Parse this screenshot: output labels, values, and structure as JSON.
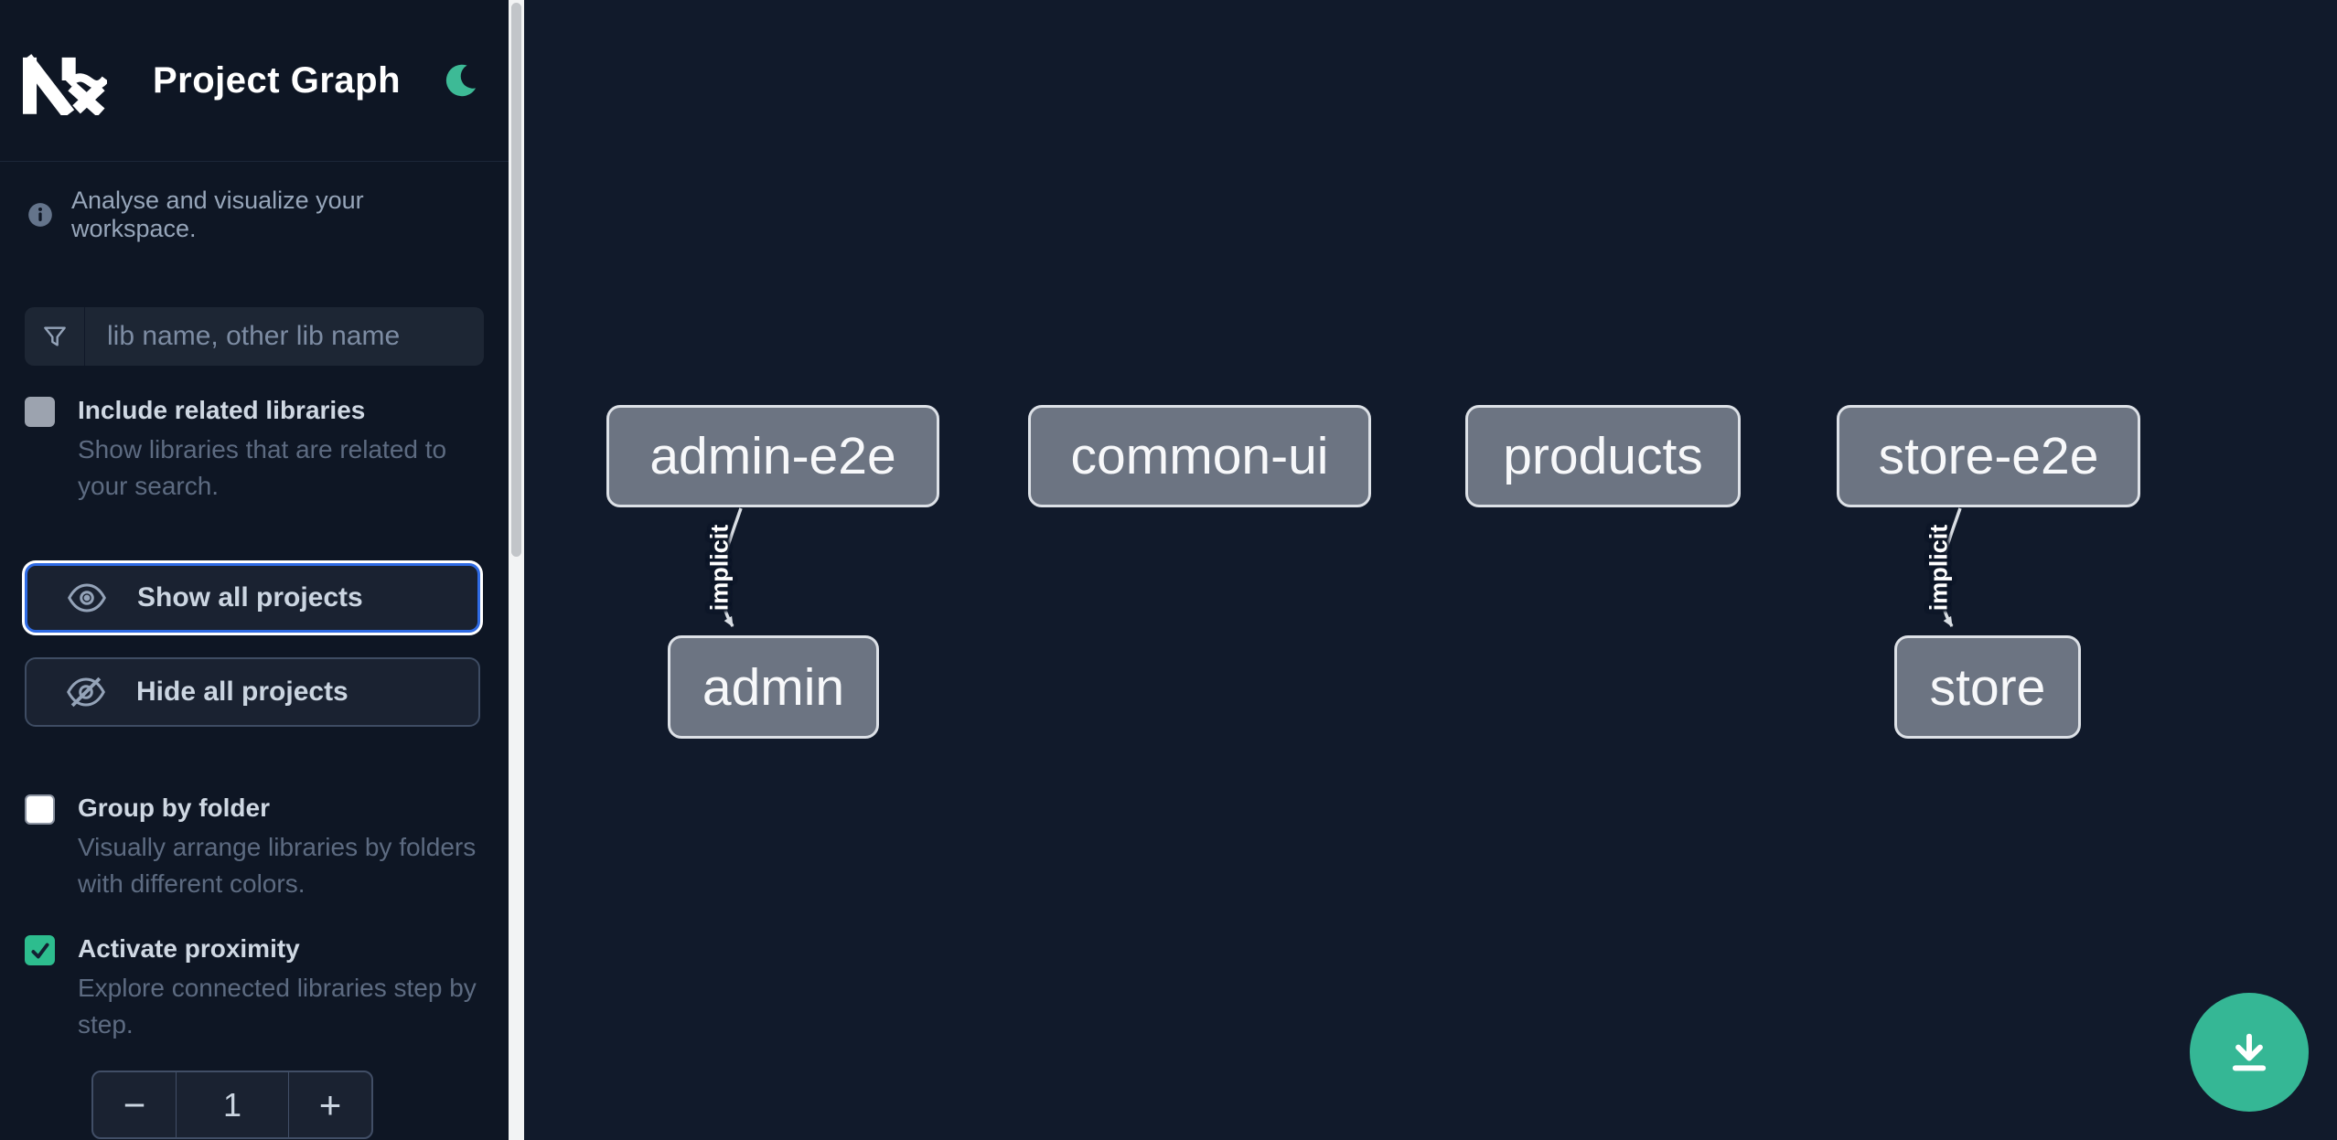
{
  "header": {
    "title": "Project Graph",
    "logo": "Nx",
    "theme_toggle": "dark-mode"
  },
  "sidebar": {
    "info_text": "Analyse and visualize your workspace.",
    "search": {
      "placeholder": "lib name, other lib name",
      "value": ""
    },
    "toggles": [
      {
        "label": "Include related libraries",
        "description": "Show libraries that are related to your search.",
        "checked": false
      },
      {
        "label": "Group by folder",
        "description": "Visually arrange libraries by folders with different colors.",
        "checked": false
      },
      {
        "label": "Activate proximity",
        "description": "Explore connected libraries step by step.",
        "checked": true
      }
    ],
    "buttons": {
      "show_all": "Show all projects",
      "hide_all": "Hide all projects"
    },
    "proximity_stepper": {
      "decrement": "−",
      "value": "1",
      "increment": "+"
    }
  },
  "graph": {
    "nodes": [
      {
        "label": "admin-e2e"
      },
      {
        "label": "common-ui"
      },
      {
        "label": "products"
      },
      {
        "label": "store-e2e"
      },
      {
        "label": "admin"
      },
      {
        "label": "store"
      }
    ],
    "edges": [
      {
        "source": "admin-e2e",
        "target": "admin",
        "label": "implicit",
        "type": "implicit"
      },
      {
        "source": "store-e2e",
        "target": "store",
        "label": "implicit",
        "type": "implicit"
      }
    ]
  },
  "colors": {
    "accent_green": "#35b795",
    "checkbox_checked_green": "#2dbd8e",
    "focus_blue": "#2f6be4",
    "node_fill": "#6c7482",
    "node_border": "#dde1e7",
    "edge": "#d9dee4",
    "sidebar_bg": "#0e1624",
    "canvas_bg": "#111a2b"
  }
}
